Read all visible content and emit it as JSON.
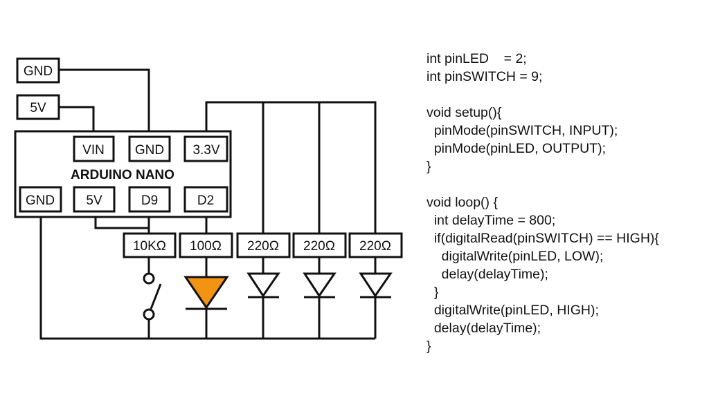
{
  "diagram": {
    "external_sources": [
      {
        "id": "ext-gnd",
        "label": "GND"
      },
      {
        "id": "ext-5v",
        "label": "5V"
      }
    ],
    "board": {
      "title": "ARDUINO NANO",
      "top_pins": [
        "VIN",
        "GND",
        "3.3V"
      ],
      "bottom_pins": [
        "GND",
        "5V",
        "D9",
        "D2"
      ]
    },
    "resistors": [
      "10KΩ",
      "100Ω",
      "220Ω",
      "220Ω",
      "220Ω"
    ],
    "components": {
      "switch": "push-switch",
      "leds": [
        {
          "label": "led-d2",
          "color": "#f39314",
          "filled": true
        },
        {
          "label": "led-1",
          "color": "#ffffff",
          "filled": false
        },
        {
          "label": "led-2",
          "color": "#ffffff",
          "filled": false
        },
        {
          "label": "led-3",
          "color": "#ffffff",
          "filled": false
        }
      ]
    },
    "colors": {
      "wire": "#111111",
      "active_led": "#f39314"
    }
  },
  "code": {
    "lines": [
      "int pinLED    = 2;",
      "int pinSWITCH = 9;",
      "",
      "void setup(){",
      "  pinMode(pinSWITCH, INPUT);",
      "  pinMode(pinLED, OUTPUT);",
      "}",
      "",
      "void loop() {",
      "  int delayTime = 800;",
      "  if(digitalRead(pinSWITCH) == HIGH){",
      "    digitalWrite(pinLED, LOW);",
      "    delay(delayTime);",
      "  }",
      "  digitalWrite(pinLED, HIGH);",
      "  delay(delayTime);",
      "}"
    ]
  }
}
